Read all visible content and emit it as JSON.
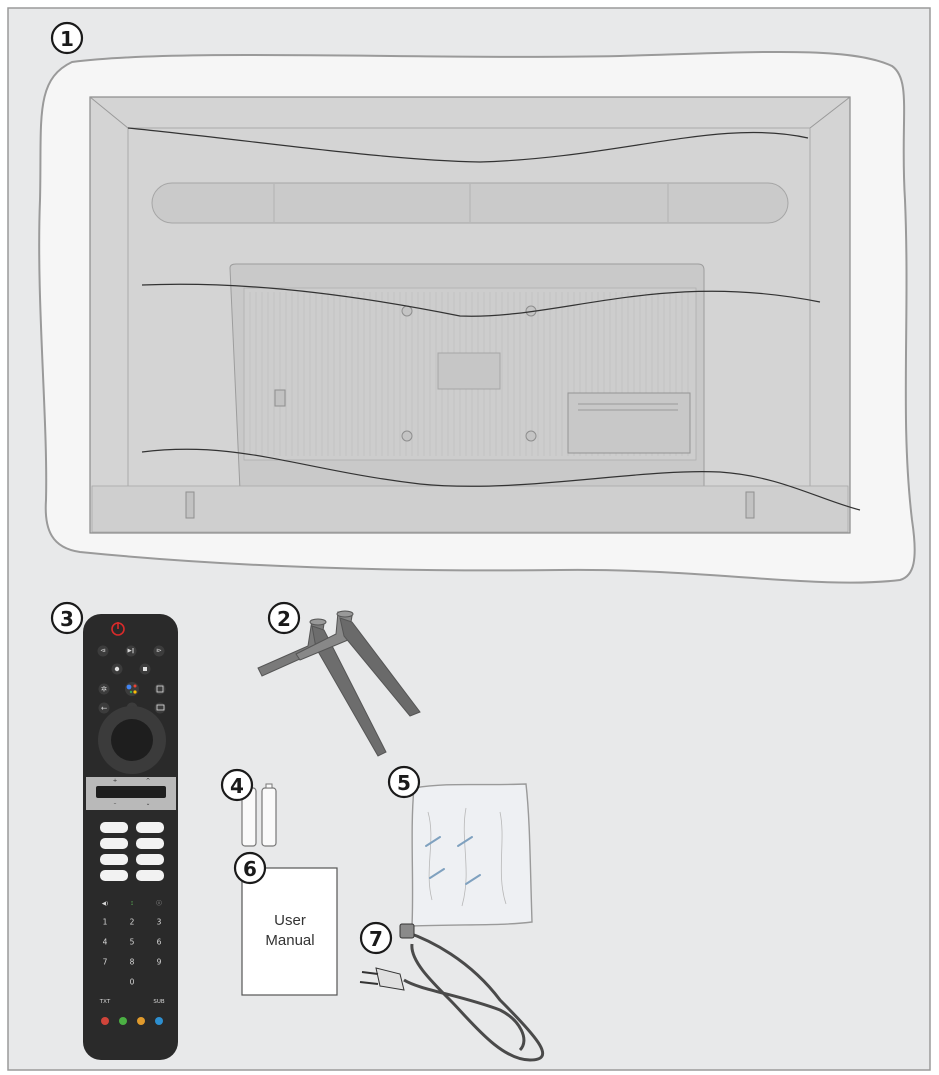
{
  "figure": {
    "background": "#e8e9ea",
    "callouts": [
      {
        "id": "tv",
        "number": "1"
      },
      {
        "id": "stand",
        "number": "2"
      },
      {
        "id": "remote",
        "number": "3"
      },
      {
        "id": "batteries",
        "number": "4"
      },
      {
        "id": "screws",
        "number": "5"
      },
      {
        "id": "manual",
        "number": "6"
      },
      {
        "id": "power-cable",
        "number": "7"
      }
    ],
    "manual": {
      "line1": "User",
      "line2": "Manual"
    },
    "remote": {
      "digits": [
        "1",
        "2",
        "3",
        "4",
        "5",
        "6",
        "7",
        "8",
        "9",
        "0"
      ],
      "txt_label": "TXT",
      "sub_label": "SUB",
      "color_keys": [
        "#d0443a",
        "#4bb043",
        "#e09a2c",
        "#2d8fd0"
      ],
      "power_color": "#d82a2a"
    }
  }
}
